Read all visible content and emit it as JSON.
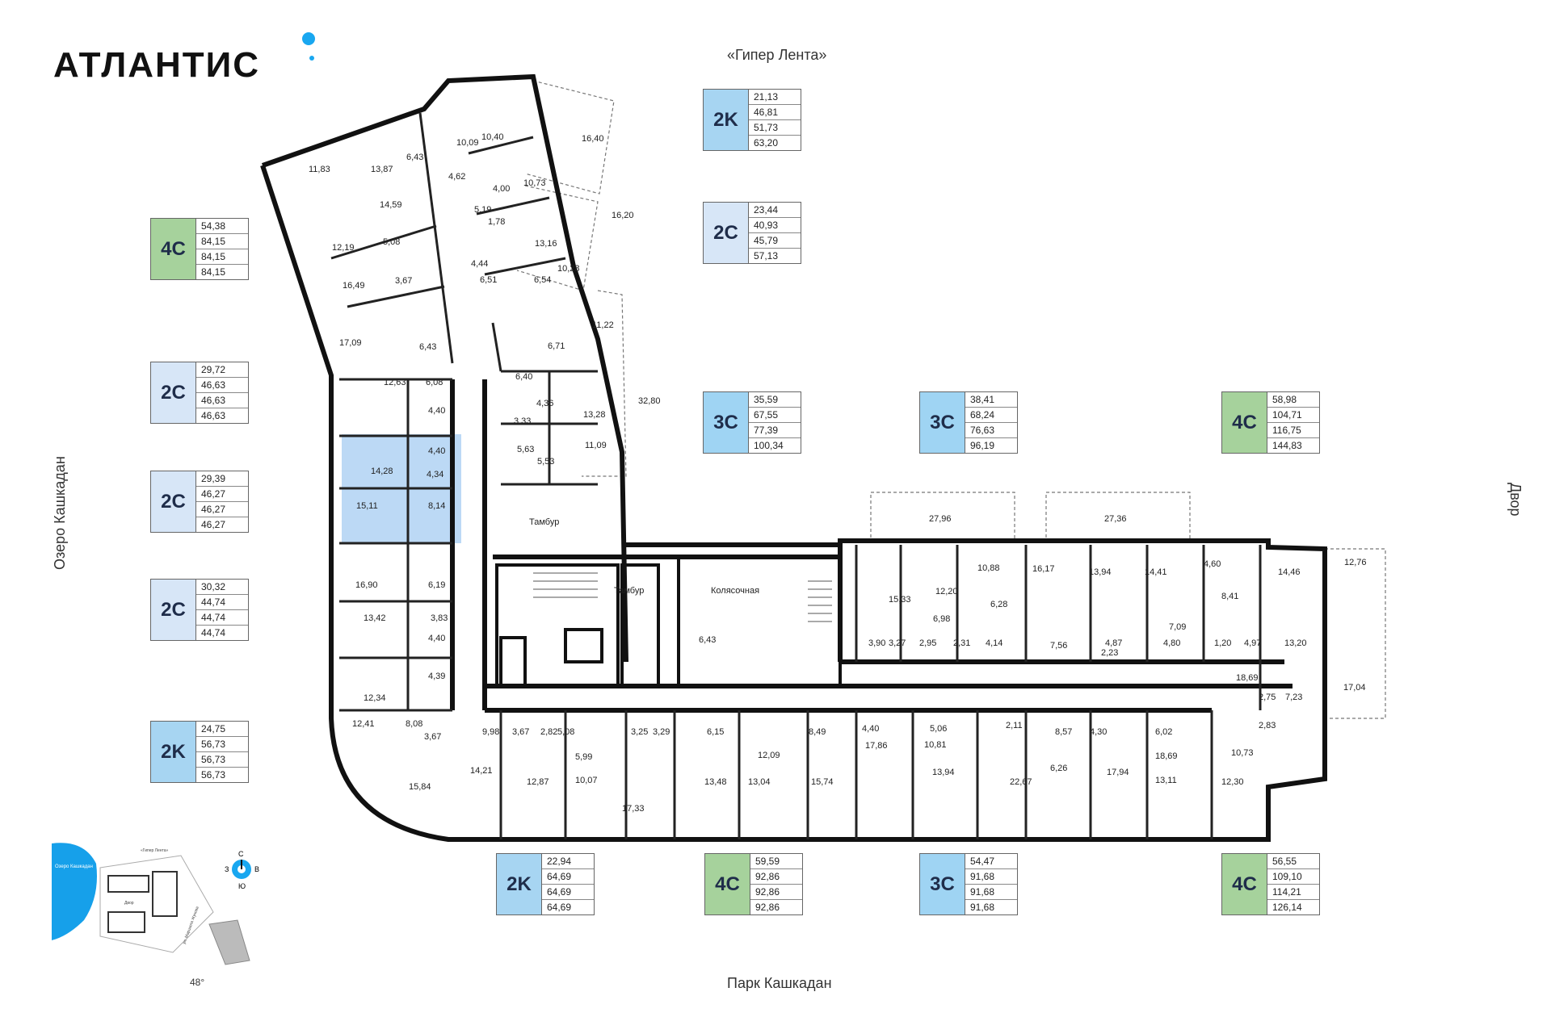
{
  "logo": "АТЛАНТИС",
  "directions": {
    "top": "«Гипер Лента»",
    "bottom": "Парк Кашкадан",
    "left": "Озеро Кашкадан",
    "right": "Двор"
  },
  "compass": {
    "n": "С",
    "s": "Ю",
    "w": "З",
    "e": "В",
    "angle": "48°"
  },
  "minimap": {
    "lake": "Озеро Кашкадан",
    "store": "«Гипер Лента»",
    "yard": "Двор",
    "street": "ул. Маршала Жукова"
  },
  "colors": {
    "2K": "#a7d5f2",
    "2C": "#d7e6f7",
    "3C": "#9fd4f3",
    "4C": "#a6d29c",
    "wall": "#111111",
    "selected": "#bcd9f5"
  },
  "apartments": [
    {
      "id": "a1",
      "type": "4C",
      "values": [
        "54,38",
        "84,15",
        "84,15",
        "84,15"
      ]
    },
    {
      "id": "a2",
      "type": "2C",
      "values": [
        "29,72",
        "46,63",
        "46,63",
        "46,63"
      ]
    },
    {
      "id": "a3",
      "type": "2C",
      "values": [
        "29,39",
        "46,27",
        "46,27",
        "46,27"
      ]
    },
    {
      "id": "a4",
      "type": "2C",
      "values": [
        "30,32",
        "44,74",
        "44,74",
        "44,74"
      ]
    },
    {
      "id": "a5",
      "type": "2K",
      "values": [
        "24,75",
        "56,73",
        "56,73",
        "56,73"
      ]
    },
    {
      "id": "a6",
      "type": "2K",
      "values": [
        "21,13",
        "46,81",
        "51,73",
        "63,20"
      ]
    },
    {
      "id": "a7",
      "type": "2C",
      "values": [
        "23,44",
        "40,93",
        "45,79",
        "57,13"
      ]
    },
    {
      "id": "a8",
      "type": "3C",
      "values": [
        "35,59",
        "67,55",
        "77,39",
        "100,34"
      ]
    },
    {
      "id": "a9",
      "type": "3C",
      "values": [
        "38,41",
        "68,24",
        "76,63",
        "96,19"
      ]
    },
    {
      "id": "a10",
      "type": "4C",
      "values": [
        "58,98",
        "104,71",
        "116,75",
        "144,83"
      ]
    },
    {
      "id": "a11",
      "type": "2K",
      "values": [
        "22,94",
        "64,69",
        "64,69",
        "64,69"
      ]
    },
    {
      "id": "a12",
      "type": "4C",
      "values": [
        "59,59",
        "92,86",
        "92,86",
        "92,86"
      ]
    },
    {
      "id": "a13",
      "type": "3C",
      "values": [
        "54,47",
        "91,68",
        "91,68",
        "91,68"
      ]
    },
    {
      "id": "a14",
      "type": "4C",
      "values": [
        "56,55",
        "109,10",
        "114,21",
        "126,14"
      ]
    }
  ],
  "rooms": {
    "tambur1": "Тамбур",
    "tambur2": "Тамбур",
    "stroller": "Колясочная",
    "labels": [
      "11,83",
      "13,87",
      "6,43",
      "10,09",
      "10,40",
      "16,40",
      "4,62",
      "10,73",
      "14,59",
      "4,00",
      "5,19",
      "16,20",
      "12,19",
      "5,08",
      "1,78",
      "13,16",
      "16,49",
      "3,67",
      "4,44",
      "10,28",
      "6,51",
      "6,54",
      "17,09",
      "6,43",
      "11,22",
      "6,71",
      "12,63",
      "6,08",
      "6,40",
      "4,36",
      "13,28",
      "32,80",
      "4,40",
      "3,33",
      "4,40",
      "5,63",
      "5,53",
      "11,09",
      "14,28",
      "4,34",
      "15,11",
      "8,14",
      "16,90",
      "6,19",
      "13,42",
      "3,83",
      "4,40",
      "4,39",
      "12,34",
      "12,41",
      "8,08",
      "3,67",
      "15,84",
      "14,21",
      "9,98",
      "3,67",
      "2,82",
      "5,08",
      "3,25",
      "3,29",
      "6,15",
      "5,99",
      "10,07",
      "12,87",
      "17,33",
      "13,48",
      "13,04",
      "12,09",
      "8,49",
      "15,74",
      "4,40",
      "17,86",
      "5,06",
      "10,81",
      "13,94",
      "2,11",
      "8,57",
      "4,30",
      "6,02",
      "22,67",
      "6,26",
      "17,94",
      "13,11",
      "18,69",
      "12,30",
      "10,73",
      "6,43",
      "15,33",
      "12,20",
      "6,98",
      "10,88",
      "6,28",
      "16,17",
      "13,94",
      "14,41",
      "4,60",
      "8,41",
      "14,46",
      "12,76",
      "7,09",
      "3,90",
      "3,27",
      "2,95",
      "2,31",
      "4,14",
      "7,56",
      "4,87",
      "2,23",
      "4,80",
      "1,20",
      "4,97",
      "13,20",
      "18,69",
      "2,75",
      "7,23",
      "17,04",
      "2,83",
      "27,96",
      "27,36"
    ]
  }
}
